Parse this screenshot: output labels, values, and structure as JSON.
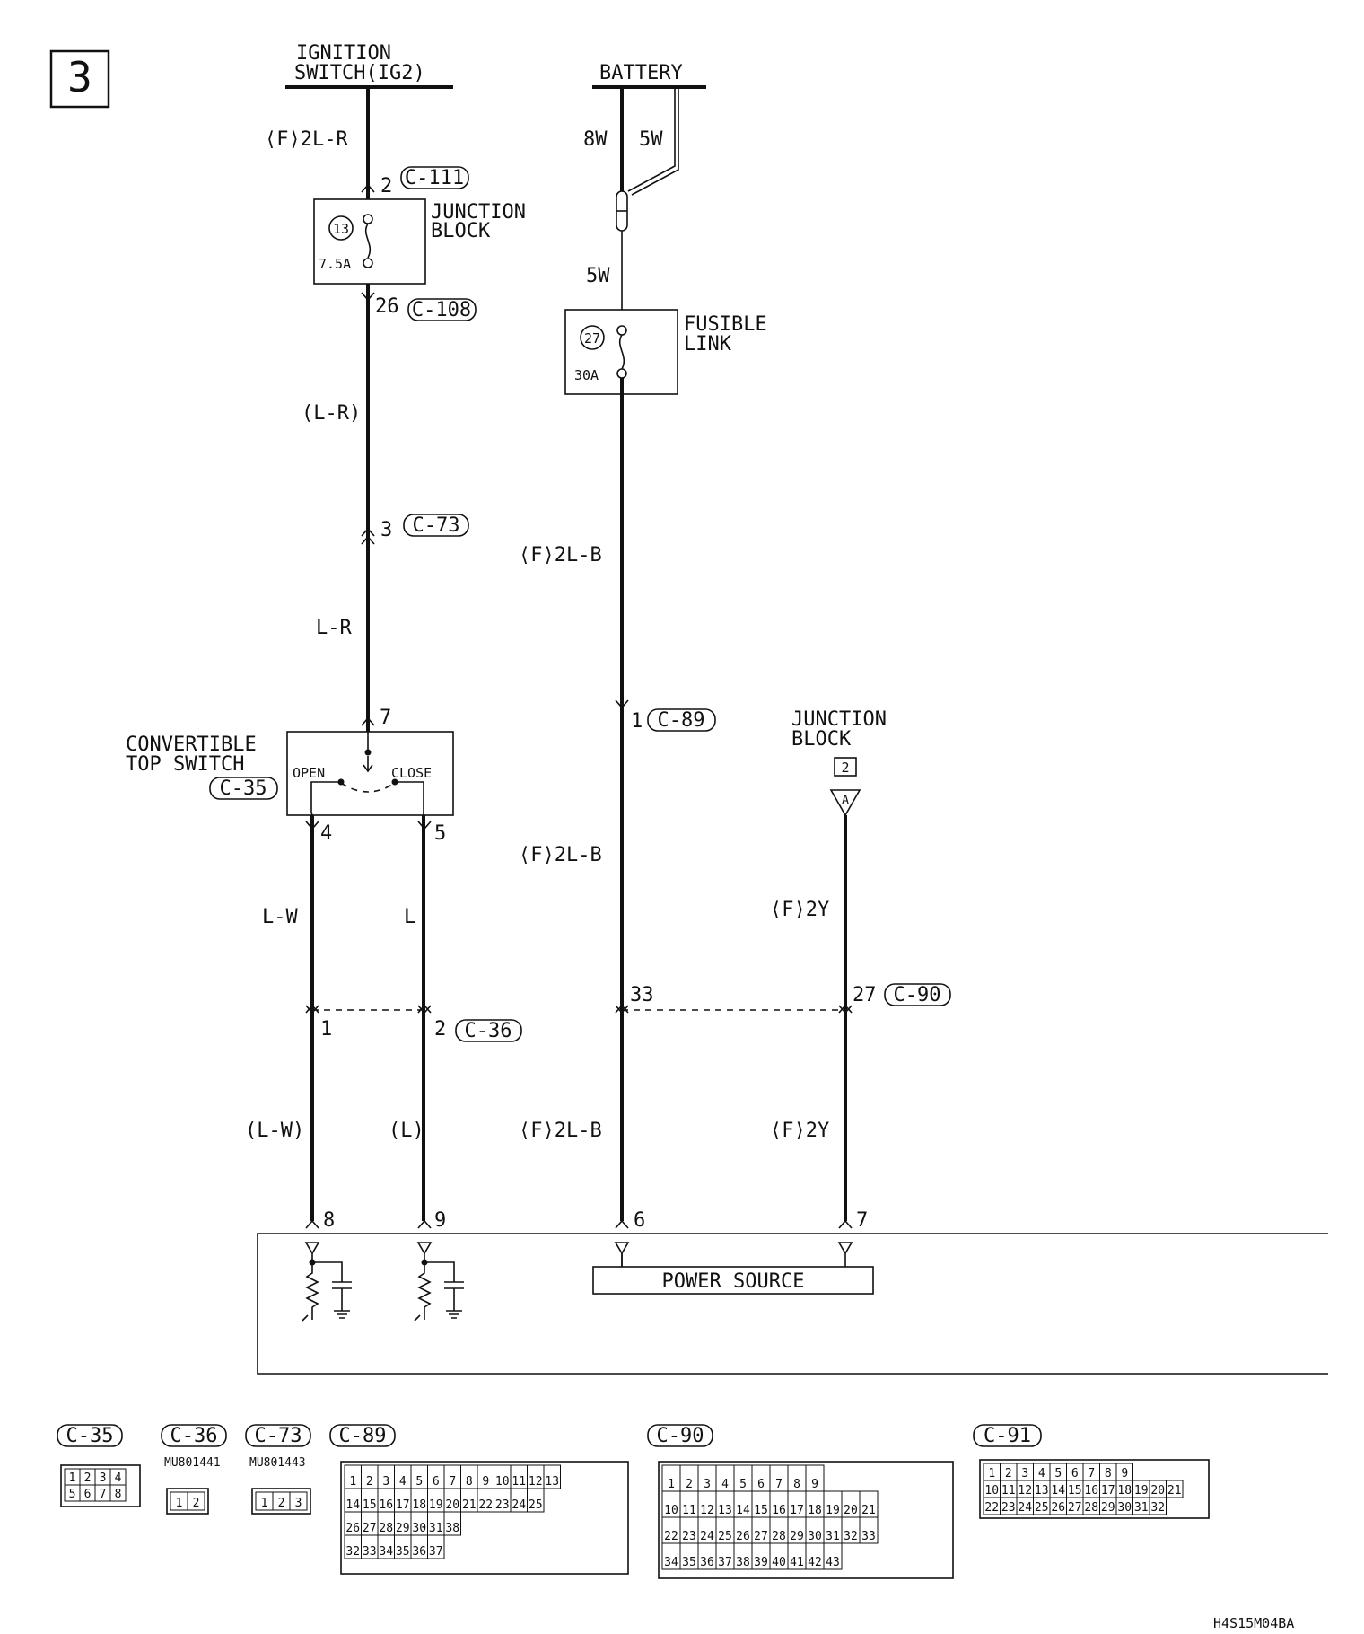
{
  "page_number": "3",
  "figure_code": "H4S15M04BA",
  "sources": {
    "ignition_line1": "IGNITION",
    "ignition_line2": "SWITCH(IG2)",
    "battery": "BATTERY"
  },
  "wires": {
    "ig_top": "⟨F⟩2L-R",
    "ig_mid": "(L-R)",
    "ig_low": "L-R",
    "bat_8w": "8W",
    "bat_5w_a": "5W",
    "bat_5w_b": "5W",
    "bat_2lb_1": "⟨F⟩2L-B",
    "bat_2lb_2": "⟨F⟩2L-B",
    "bat_2lb_3": "⟨F⟩2L-B",
    "lw": "L-W",
    "l": "L",
    "lw_paren": "(L-W)",
    "l_paren": "(L)",
    "jb_2y_1": "⟨F⟩2Y",
    "jb_2y_2": "⟨F⟩2Y"
  },
  "components": {
    "jb_line1": "JUNCTION",
    "jb_line2": "BLOCK",
    "jb_fuse_no": "13",
    "jb_fuse_rating": "7.5A",
    "fl_line1": "FUSIBLE",
    "fl_line2": "LINK",
    "fl_no": "27",
    "fl_rating": "30A",
    "cts_line1": "CONVERTIBLE",
    "cts_line2": "TOP SWITCH",
    "cts_conn": "C-35",
    "open": "OPEN",
    "close": "CLOSE",
    "jb2_line1": "JUNCTION",
    "jb2_line2": "BLOCK",
    "jb2_no": "2",
    "jb2_term": "A",
    "power_source": "POWER SOURCE"
  },
  "pins": {
    "p2": "2",
    "c111": "C-111",
    "p26": "26",
    "c108": "C-108",
    "p3": "3",
    "c73": "C-73",
    "p7": "7",
    "p1_c89": "1",
    "c89": "C-89",
    "p4": "4",
    "p5": "5",
    "p1_c36": "1",
    "p2_c36": "2",
    "c36": "C-36",
    "p33": "33",
    "p27": "27",
    "c90": "C-90",
    "p8": "8",
    "p9": "9",
    "p6": "6",
    "p7b": "7"
  },
  "connector_views": {
    "c35": {
      "name": "C-35",
      "rows": [
        [
          "1",
          "2",
          "3",
          "4"
        ],
        [
          "5",
          "6",
          "7",
          "8"
        ]
      ]
    },
    "c36": {
      "name": "C-36",
      "part": "MU801441",
      "pins": [
        "1",
        "2"
      ]
    },
    "c73": {
      "name": "C-73",
      "part": "MU801443",
      "pins": [
        "1",
        "2",
        "3"
      ]
    },
    "c89": {
      "name": "C-89",
      "rows": [
        [
          "1",
          "2",
          "3",
          "4",
          "5",
          "6",
          "7",
          "8",
          "9",
          "10",
          "11",
          "12",
          "13"
        ],
        [
          "14",
          "15",
          "16",
          "17",
          "18",
          "19",
          "20",
          "21",
          "22",
          "23",
          "24",
          "25"
        ],
        [
          "26",
          "27",
          "28",
          "29",
          "30",
          "31",
          "38"
        ],
        [
          "32",
          "33",
          "34",
          "35",
          "36",
          "37"
        ]
      ]
    },
    "c90": {
      "name": "C-90",
      "rows": [
        [
          "1",
          "2",
          "3",
          "4",
          "5",
          "6",
          "7",
          "8",
          "9"
        ],
        [
          "10",
          "11",
          "12",
          "13",
          "14",
          "15",
          "16",
          "17",
          "18",
          "19",
          "20",
          "21"
        ],
        [
          "22",
          "23",
          "24",
          "25",
          "26",
          "27",
          "28",
          "29",
          "30",
          "31",
          "32",
          "33"
        ],
        [
          "34",
          "35",
          "36",
          "37",
          "38",
          "39",
          "40",
          "41",
          "42",
          "43"
        ]
      ]
    },
    "c91": {
      "name": "C-91",
      "rows": [
        [
          "1",
          "2",
          "3",
          "4",
          "5",
          "6",
          "7",
          "8",
          "9"
        ],
        [
          "10",
          "11",
          "12",
          "13",
          "14",
          "15",
          "16",
          "17",
          "18",
          "19",
          "20",
          "21"
        ],
        [
          "22",
          "23",
          "24",
          "25",
          "26",
          "27",
          "28",
          "29",
          "30",
          "31",
          "32"
        ]
      ]
    }
  }
}
